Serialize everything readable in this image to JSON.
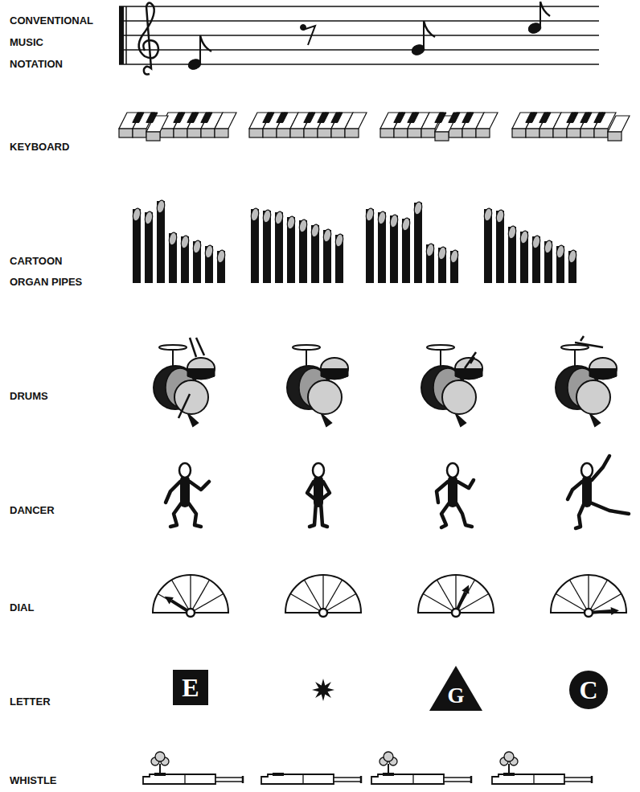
{
  "diagram": {
    "nodes": [
      {
        "text": [
          "E"
        ]
      },
      {
        "text": [
          "G"
        ]
      },
      {
        "text": [
          "C"
        ]
      }
    ],
    "labels": [
      "CONVENTIONAL MUSIC NOTATION",
      "KEYBOARD",
      "CARTOON ORGAN PIPES",
      "DRUMS",
      "DANCER",
      "DIAL",
      "LETTER",
      "WHISTLE"
    ]
  }
}
